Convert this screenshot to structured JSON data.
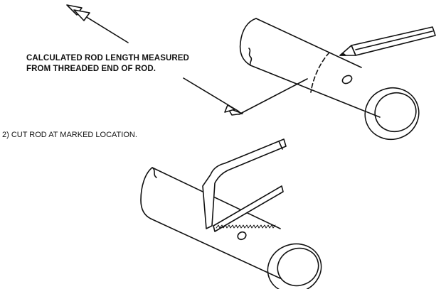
{
  "measure_note": {
    "line1": "CALCULATED ROD LENGTH MEASURED",
    "line2": "FROM THREADED END OF ROD."
  },
  "step_cut": "2) CUT ROD AT MARKED LOCATION."
}
